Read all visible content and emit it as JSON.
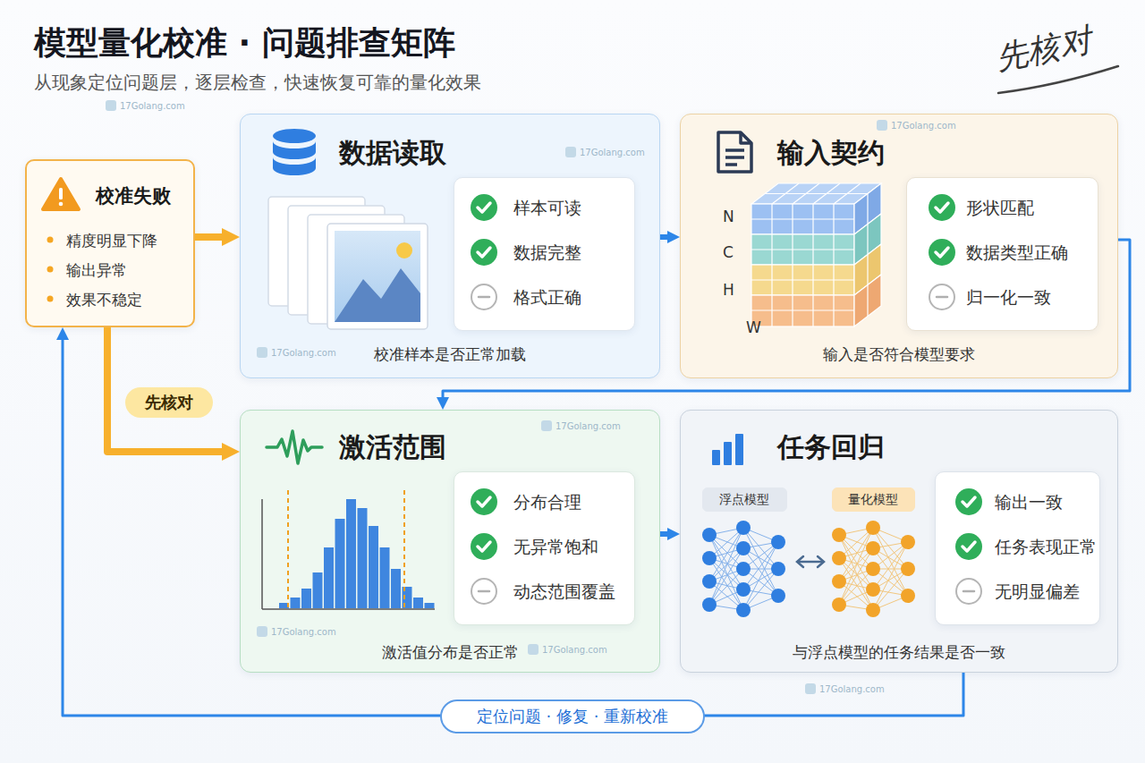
{
  "diagram": {
    "title": "模型量化校准 · 问题排查矩阵",
    "nodes": [
      {
        "text": [
          "校准失败",
          "精度明显下降",
          "输出异常",
          "效果不稳定"
        ]
      },
      {
        "text": [
          "数据读取",
          "校准样本是否正常加载"
        ]
      },
      {
        "text": [
          "样本可读",
          "数据完整",
          "格式正确"
        ],
        "in": 1
      },
      {
        "text": [
          "输入契约",
          "输入是否符合模型要求"
        ]
      },
      {
        "text": [
          "形状匹配",
          "数据类型正确",
          "归一化一致"
        ],
        "in": 3
      },
      {
        "text": [
          "激活范围",
          "激活值分布是否正常"
        ]
      },
      {
        "text": [
          "分布合理",
          "无异常饱和",
          "动态范围覆盖"
        ],
        "in": 5
      },
      {
        "text": [
          "任务回归",
          "与浮点模型的任务结果是否一致"
        ]
      },
      {
        "text": [
          "浮点模型"
        ],
        "in": 7
      },
      {
        "text": [
          "量化模型"
        ],
        "in": 7
      },
      {
        "text": [
          "输出一致",
          "任务表现正常",
          "无明显偏差"
        ],
        "in": 7
      }
    ],
    "edges": [
      {
        "from": 0,
        "to": 1,
        "arrow": "to"
      },
      {
        "from": 0,
        "to": 5,
        "label": "先核对",
        "arrow": "to"
      },
      {
        "from": 1,
        "to": 3,
        "arrow": "to"
      },
      {
        "from": 3,
        "to": 5,
        "arrow": "to"
      },
      {
        "from": 5,
        "to": 7,
        "arrow": "to"
      },
      {
        "from": 7,
        "to": 0,
        "label": "定位问题 · 修复 · 重新校准",
        "arrow": "to"
      }
    ],
    "labels": [
      "从现象定位问题层，逐层检查，快速恢复可靠的量化效果",
      "先核对",
      "17Golang.com",
      "17Golang.com",
      "17Golang.com",
      "17Golang.com",
      "17Golang.com",
      "17Golang.com",
      "17Golang.com",
      "17Golang.com",
      "N",
      "C",
      "H",
      "W"
    ]
  }
}
